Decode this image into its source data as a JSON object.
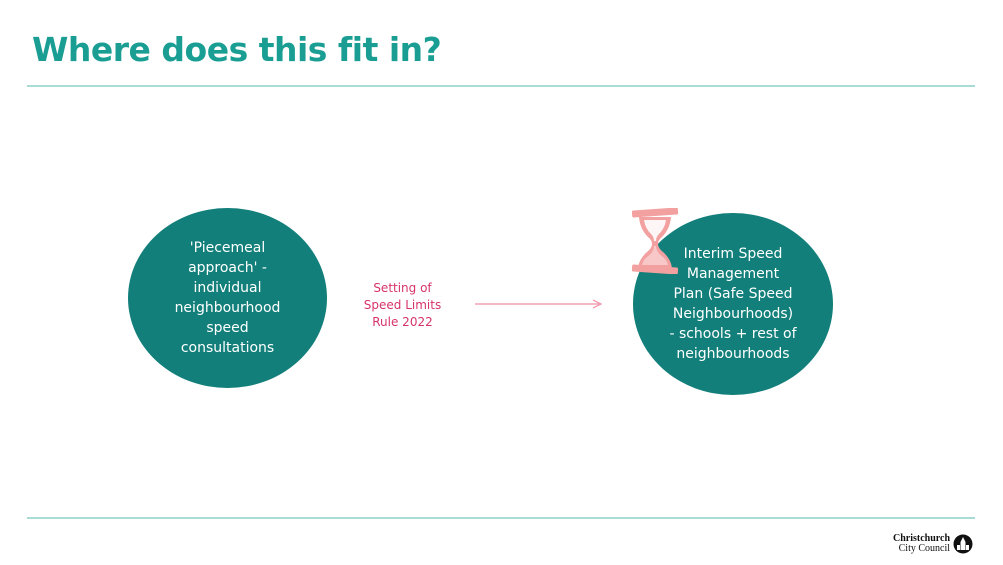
{
  "slide": {
    "title": "Where does this fit in?"
  },
  "diagram": {
    "left_node": {
      "lines": [
        "'Piecemeal",
        "approach' -",
        "individual",
        "neighbourhood",
        "speed",
        "consultations"
      ]
    },
    "connector": {
      "lines": [
        "Setting of",
        "Speed Limits",
        "Rule 2022"
      ]
    },
    "right_node": {
      "lines": [
        "Interim Speed",
        "Management",
        "Plan (Safe Speed",
        "Neighbourhoods)",
        "- schools + rest of",
        "neighbourhoods"
      ]
    }
  },
  "footer": {
    "logo_line1": "Christchurch",
    "logo_line2": "City Council"
  },
  "colors": {
    "accent": "#1a9e93",
    "node_fill": "#127f7a",
    "connector_text": "#d6336c",
    "arrow": "#ef8fa5",
    "hourglass": "#f2a0a0",
    "rule": "#a9dcd6"
  },
  "icons": {
    "hourglass": "hourglass-icon",
    "arrow": "arrow-right-icon",
    "logo": "christchurch-cathedral-icon"
  }
}
